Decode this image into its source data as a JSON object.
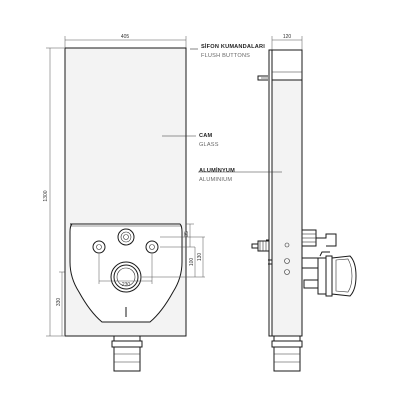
{
  "callouts": {
    "flush": {
      "title": "SİFON KUMANDALARI",
      "subtitle": "FLUSH BUTTONS"
    },
    "glass": {
      "title": "CAM",
      "subtitle": "GLASS"
    },
    "aluminium": {
      "title": "ALUMİNYUM",
      "subtitle": "ALUMINIUM"
    }
  },
  "dimensions": {
    "front_width": "405",
    "front_height": "1300",
    "side_depth": "120",
    "seat_height": "330",
    "bolt_spacing": "230",
    "inlet_offset": "100",
    "inlet_height": "130",
    "top_offset": "35"
  }
}
